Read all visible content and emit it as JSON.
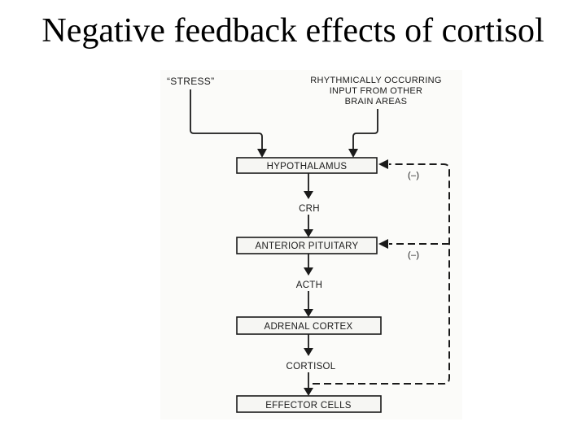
{
  "slide": {
    "title": "Negative feedback effects of cortisol"
  },
  "diagram": {
    "inputs": {
      "stress": "“STRESS”",
      "rhythmic_line1": "RHYTHMICALLY OCCURRING",
      "rhythmic_line2": "INPUT FROM OTHER",
      "rhythmic_line3": "BRAIN AREAS"
    },
    "boxes": {
      "hypothalamus": "HYPOTHALAMUS",
      "anterior_pituitary": "ANTERIOR PITUITARY",
      "adrenal_cortex": "ADRENAL CORTEX",
      "effector_cells": "EFFECTOR CELLS"
    },
    "hormones": {
      "crh": "CRH",
      "acth": "ACTH",
      "cortisol": "CORTISOL"
    },
    "feedback": {
      "to_hypothalamus": "(–)",
      "to_pituitary": "(–)"
    },
    "colors": {
      "ink": "#1a1a1a",
      "paper": "#fbfbf9"
    }
  }
}
